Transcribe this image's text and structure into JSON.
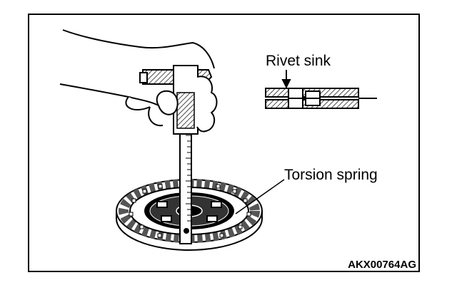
{
  "labels": {
    "rivet_sink": "Rivet sink",
    "torsion_spring": "Torsion spring",
    "figure_code": "AKX00764AG"
  }
}
